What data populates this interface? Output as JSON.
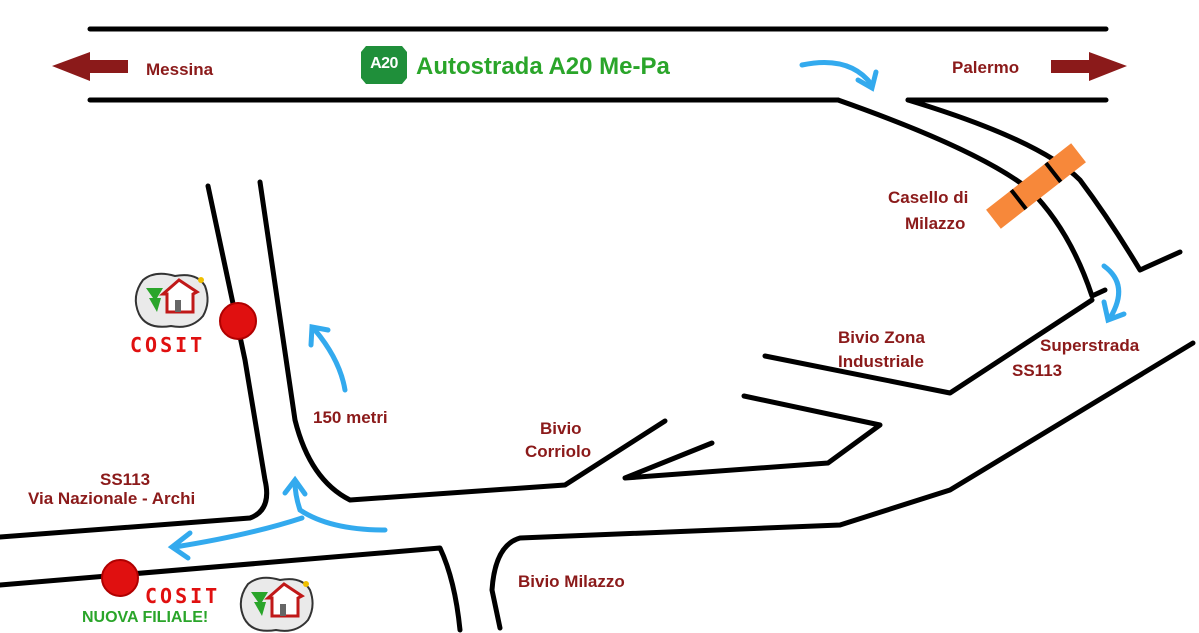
{
  "highway": {
    "badge": "A20",
    "title": "Autostrada A20 Me-Pa",
    "left_city": "Messina",
    "right_city": "Palermo"
  },
  "labels": {
    "casello_line1": "Casello di",
    "casello_line2": "Milazzo",
    "bivio_zona_line1": "Bivio Zona",
    "bivio_zona_line2": "Industriale",
    "superstrada_line1": "Superstrada",
    "superstrada_line2": "SS113",
    "distance": "150 metri",
    "bivio_corriolo_line1": "Bivio",
    "bivio_corriolo_line2": "Corriolo",
    "ss113_line1": "SS113",
    "ss113_line2": "Via Nazionale - Archi",
    "bivio_milazzo": "Bivio Milazzo"
  },
  "locations": [
    {
      "brand": "COSIT",
      "note": ""
    },
    {
      "brand": "COSIT",
      "note": "NUOVA FILIALE!"
    }
  ],
  "colors": {
    "road": "#000000",
    "arrow_dark_red": "#8b1a1a",
    "route_blue": "#33aaee",
    "toll_orange": "#f7883a",
    "marker_red": "#e01010",
    "brand_green": "#2aa52a",
    "label_dark_red": "#8b1a1a"
  }
}
